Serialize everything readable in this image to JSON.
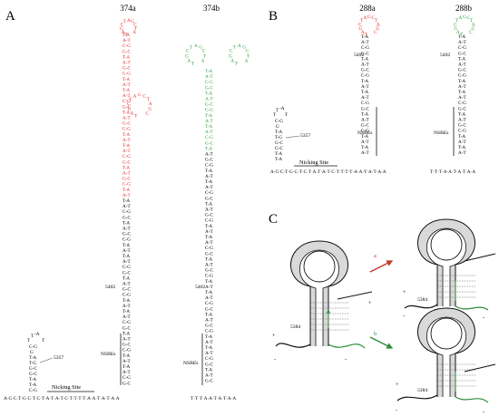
{
  "panels": {
    "a": "A",
    "b": "B",
    "c": "C"
  },
  "titles": {
    "t374a": "374a",
    "t374b": "374b",
    "t288a": "288a",
    "t288b": "288b"
  },
  "labels": {
    "nicking_site": "Nicking Site",
    "nsbes": "NSBEs",
    "pos5357": "5357",
    "pos5402": "5402",
    "pos5384": "5384",
    "arrow_a": "a",
    "arrow_b": "b",
    "plus": "+",
    "minus": "-"
  },
  "sequences": {
    "base_a": "A·G·C·T·G·C·T·C·T·A·T·A·T·C·T·T·T·T·A·A·T·A·T·A·A",
    "base_a_right": "T·T·T·A·A·T·A·T·A·A",
    "base_b": "A·G·C·T·G·C·T·C·T·A·T·A·T·C·T·T·T·T·A·A·T·A·T·A·A",
    "base_b_right": "T·T·T·A·A·T·A·T·A·A"
  },
  "colors": {
    "red": "#e8262b",
    "green": "#2ea043",
    "black": "#111111",
    "gray_fill": "#d9d9d9",
    "orange_line": "#e07020",
    "arrow_red": "#c0392b",
    "arrow_green": "#2e8b3a"
  }
}
